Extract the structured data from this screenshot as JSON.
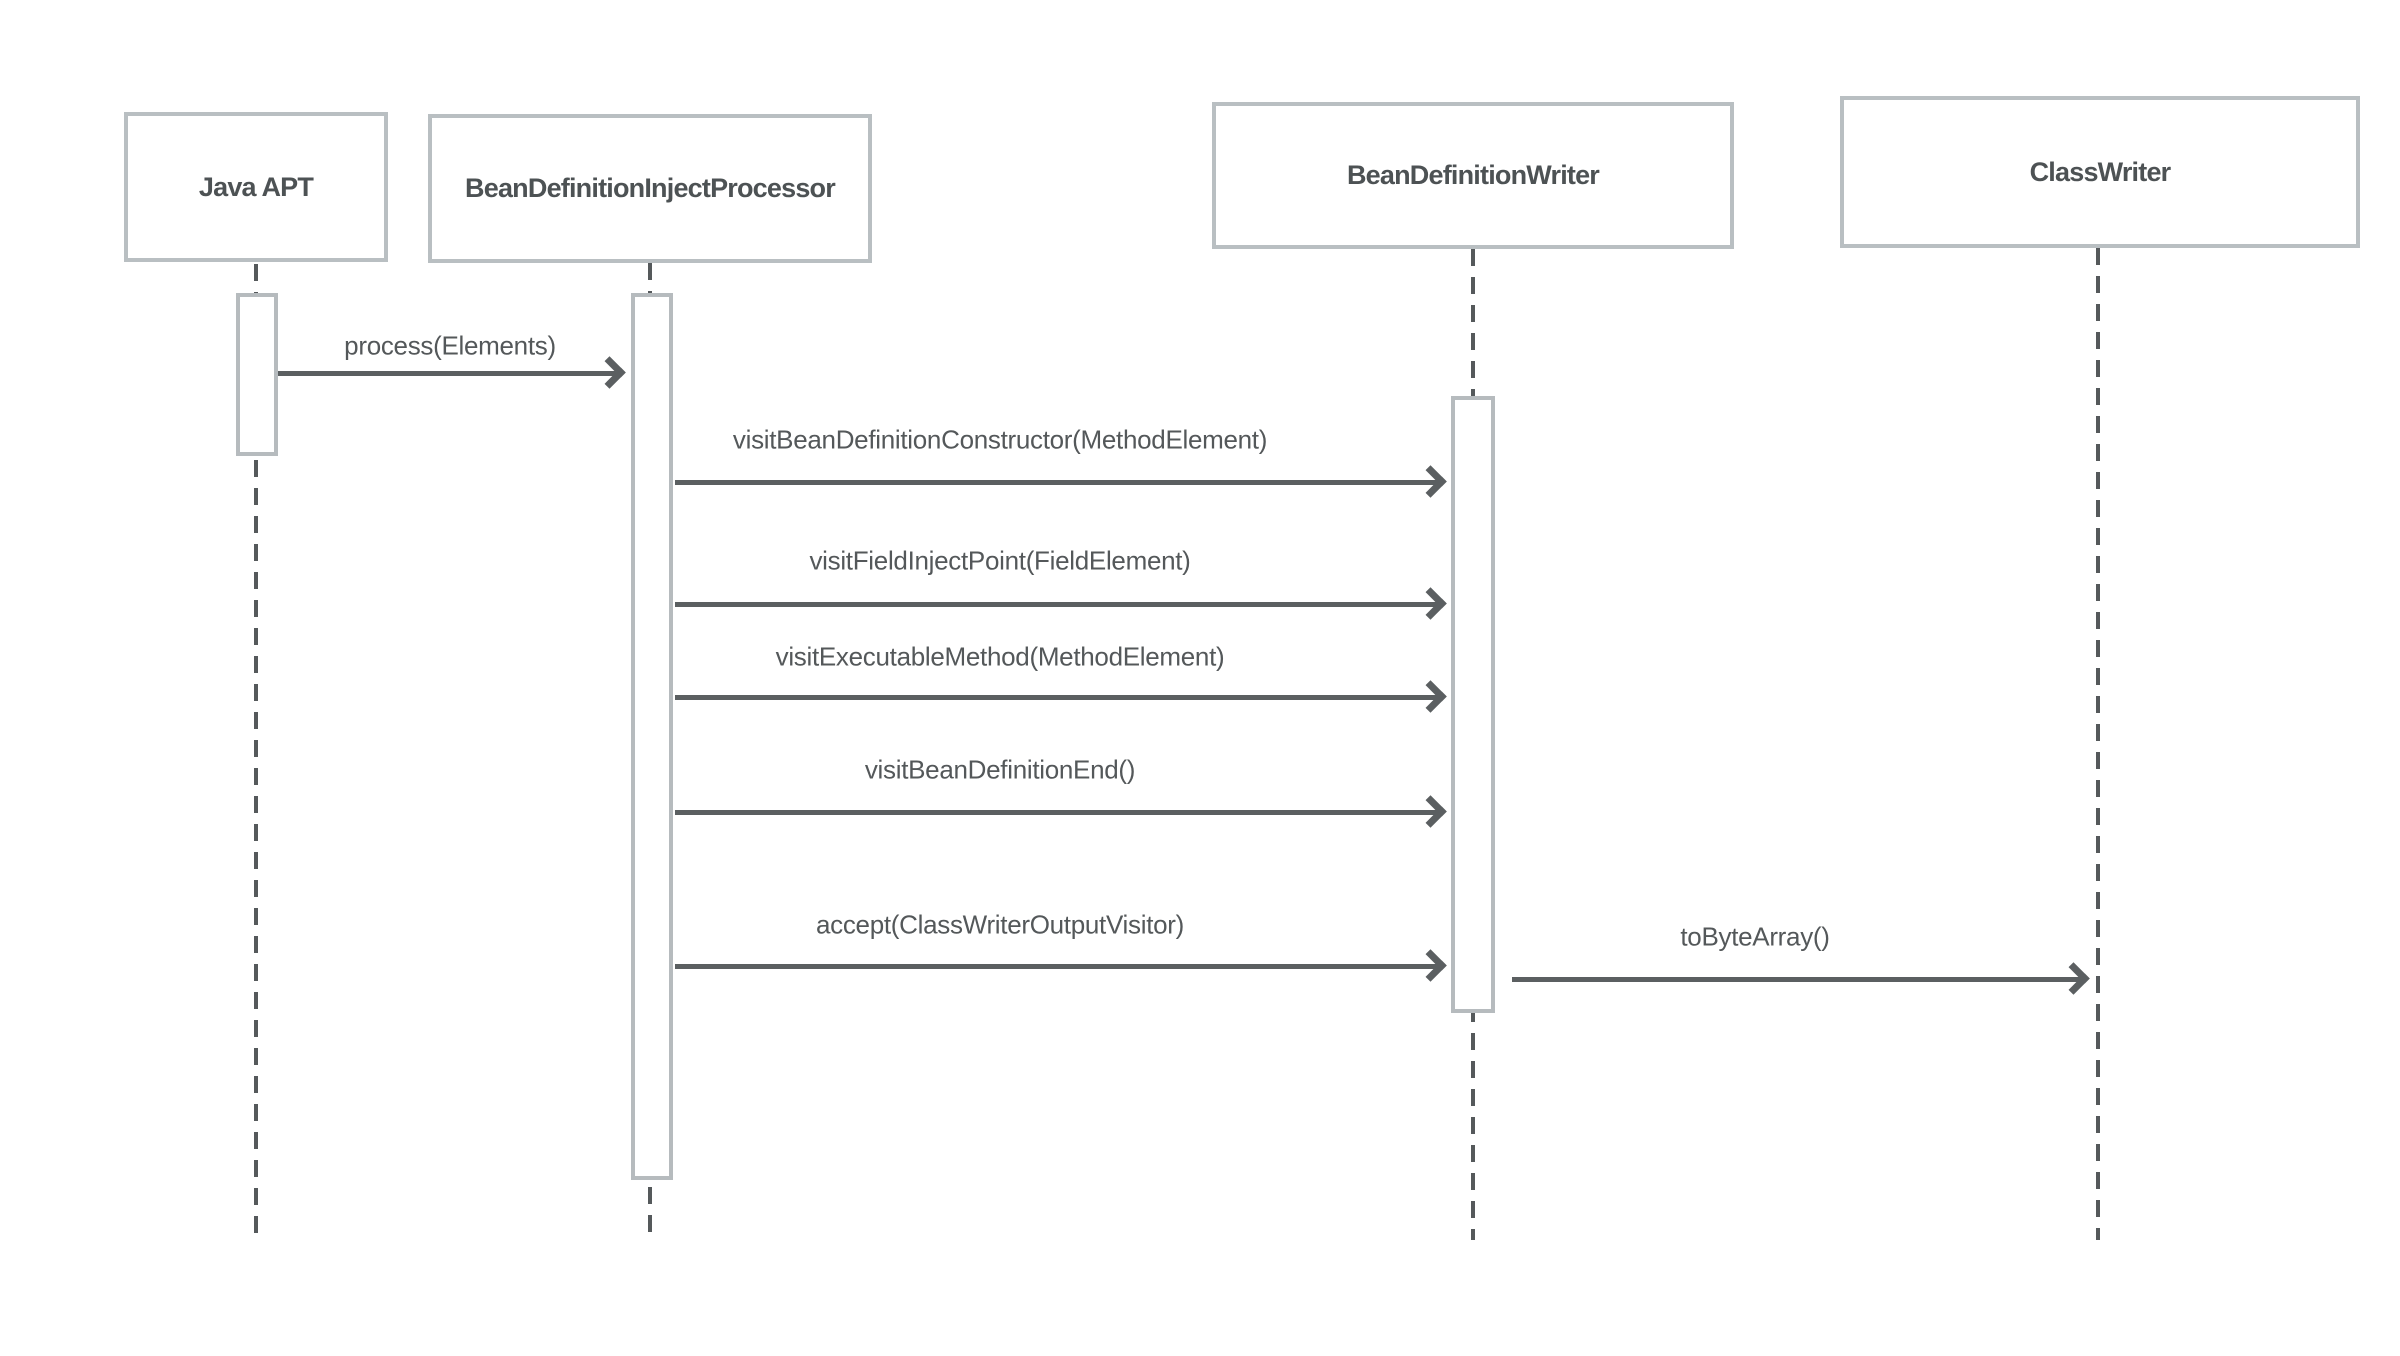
{
  "diagram": {
    "type": "uml-sequence-diagram",
    "background": "#ffffff"
  },
  "colors": {
    "box_border": "#b9bfc2",
    "activation_border": "#b6bbbe",
    "participant_text": "#4d5254",
    "message_text": "#54585a",
    "arrow": "#5b5f61",
    "lifeline": "#55595b"
  },
  "participants": [
    {
      "name": "Java APT"
    },
    {
      "name": "BeanDefinitionInjectProcessor"
    },
    {
      "name": "BeanDefinitionWriter"
    },
    {
      "name": "ClassWriter"
    }
  ],
  "messages": [
    {
      "label": "process(Elements)",
      "from": "Java APT",
      "to": "BeanDefinitionInjectProcessor"
    },
    {
      "label": "visitBeanDefinitionConstructor(MethodElement)",
      "from": "BeanDefinitionInjectProcessor",
      "to": "BeanDefinitionWriter"
    },
    {
      "label": "visitFieldInjectPoint(FieldElement)",
      "from": "BeanDefinitionInjectProcessor",
      "to": "BeanDefinitionWriter"
    },
    {
      "label": "visitExecutableMethod(MethodElement)",
      "from": "BeanDefinitionInjectProcessor",
      "to": "BeanDefinitionWriter"
    },
    {
      "label": "visitBeanDefinitionEnd()",
      "from": "BeanDefinitionInjectProcessor",
      "to": "BeanDefinitionWriter"
    },
    {
      "label": "accept(ClassWriterOutputVisitor)",
      "from": "BeanDefinitionInjectProcessor",
      "to": "BeanDefinitionWriter"
    },
    {
      "label": "toByteArray()",
      "from": "BeanDefinitionWriter",
      "to": "ClassWriter"
    }
  ]
}
